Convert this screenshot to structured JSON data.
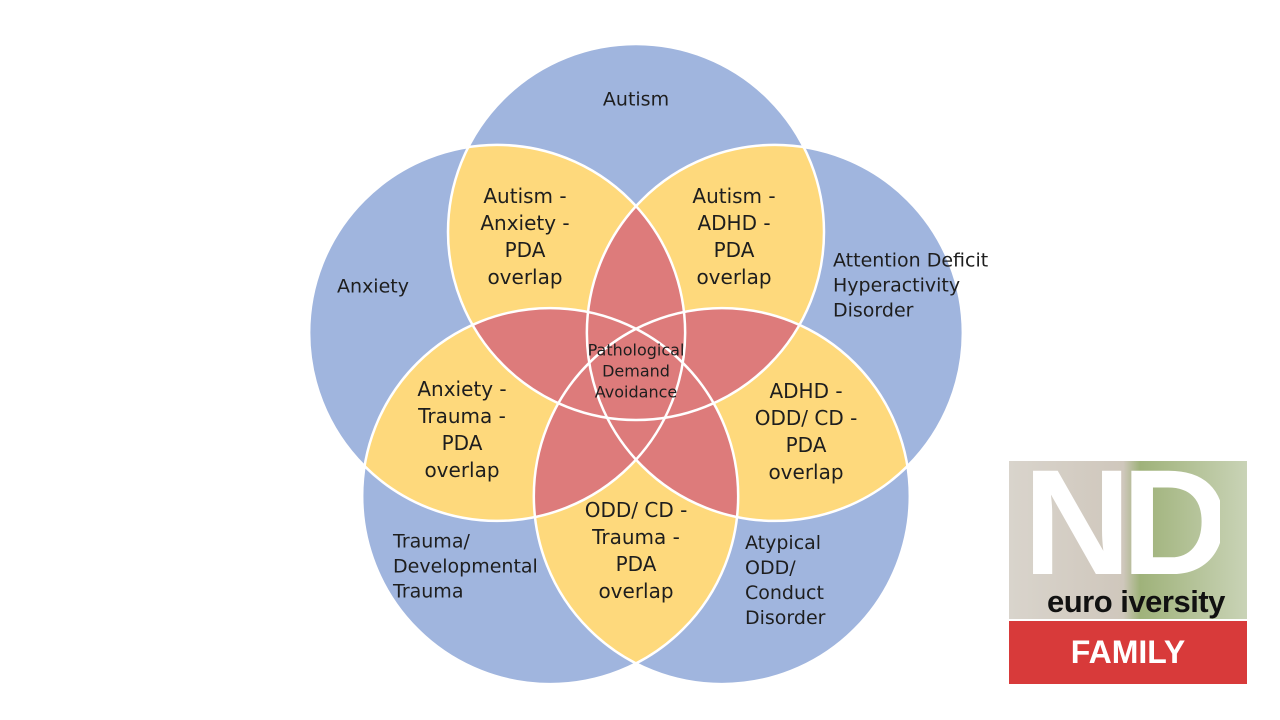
{
  "diagram": {
    "colors": {
      "circle": "#a0b5de",
      "pair_overlap": "#fed97c",
      "pda_overlap": "#dd7b7b",
      "outline": "#ffffff"
    },
    "circles": [
      {
        "name": "Autism"
      },
      {
        "name": "Attention Deficit\nHyperactivity\nDisorder"
      },
      {
        "name": "Atypical\nODD/\nConduct\nDisorder"
      },
      {
        "name": "Trauma/\nDevelopmental\nTrauma"
      },
      {
        "name": "Anxiety"
      }
    ],
    "overlaps": [
      "Autism -\nADHD -\nPDA\noverlap",
      "ADHD -\nODD/ CD -\nPDA\noverlap",
      "ODD/ CD -\nTrauma -\nPDA\noverlap",
      "Anxiety -\nTrauma -\nPDA\noverlap",
      "Autism -\nAnxiety -\nPDA\noverlap"
    ],
    "center": "Pathological\nDemand\nAvoidance"
  },
  "logo": {
    "letters": "ND",
    "word": "euro iversity",
    "family": "FAMILY"
  }
}
